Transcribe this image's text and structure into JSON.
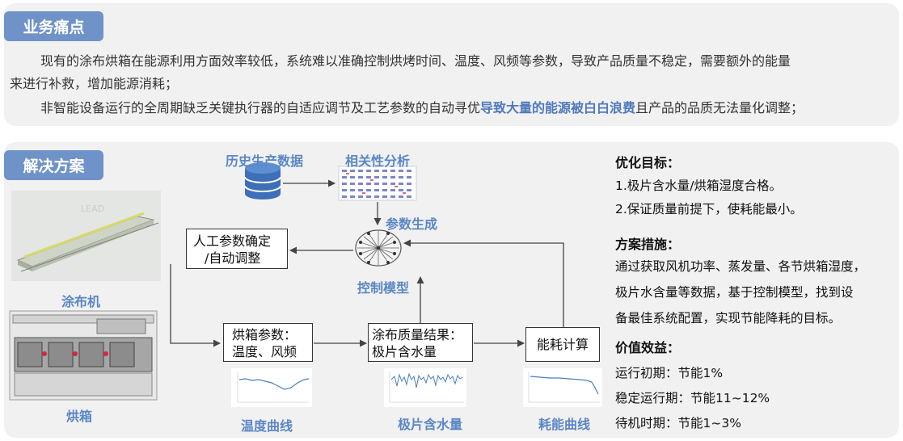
{
  "pain": {
    "tag": "业务痛点",
    "line1a": "现有的涂布烘箱在能源利用方面效率较低，系统难以准确控制烘烤时间、温度、风频等参数，导致产品质量不稳定，需要额外的能量",
    "line1b": "来进行补救，增加能源消耗；",
    "line2a": "非智能设备运行的全周期缺乏关键执行器的自适应调节及工艺参数的自动寻优",
    "line2b": "导致大量的能源被白白浪费",
    "line2c": "且产品的品质无法量化调整；"
  },
  "solution": {
    "tag": "解决方案",
    "coating_machine": "涂布机",
    "oven": "烘箱",
    "history_data": "历史生产数据",
    "correlation": "相关性分析",
    "param_gen": "参数生成",
    "control_model": "控制模型",
    "manual_box": [
      "人工参数确定",
      "/自动调整"
    ],
    "oven_params_box": [
      "烘箱参数：",
      "温度、风频"
    ],
    "quality_box": [
      "涂布质量结果：",
      "极片含水量"
    ],
    "energy_box": "能耗计算",
    "temp_curve": "温度曲线",
    "moisture": "极片含水量",
    "energy_curve": "耗能曲线"
  },
  "right": {
    "goal_title": "优化目标：",
    "goal1": "1.极片含水量/烘箱湿度合格。",
    "goal2": "2.保证质量前提下，使耗能最小。",
    "measure_title": "方案措施：",
    "measure1": "通过获取风机功率、蒸发量、各节烘箱湿度，",
    "measure2": "极片水含量等数据，基于控制模型，找到设",
    "measure3": "备最佳系统配置，实现节能降耗的目标。",
    "value_title": "价值效益：",
    "value1": "运行初期：节能1%",
    "value2": "稳定运行期：节能11~12%",
    "value3": "待机时期：节能1~3%"
  },
  "colors": {
    "accent": "#6f93c8",
    "label": "#5b86c5",
    "db": "#3d70b8"
  }
}
